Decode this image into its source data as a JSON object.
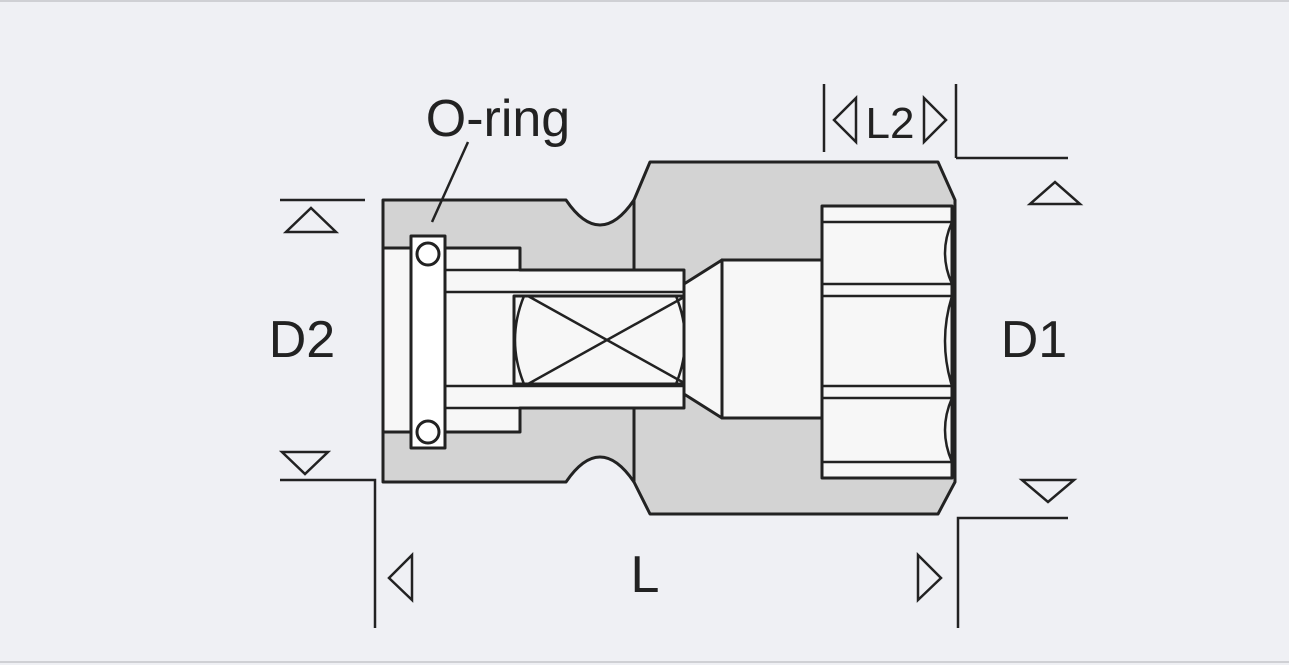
{
  "diagram": {
    "labels": {
      "oring": "O-ring",
      "l2": "L2",
      "d2": "D2",
      "d1": "D1",
      "l": "L"
    },
    "colors": {
      "background": "#eff0f4",
      "body_fill": "#d3d3d3",
      "stroke": "#222222",
      "bore_fill": "#f7f7f7"
    }
  }
}
